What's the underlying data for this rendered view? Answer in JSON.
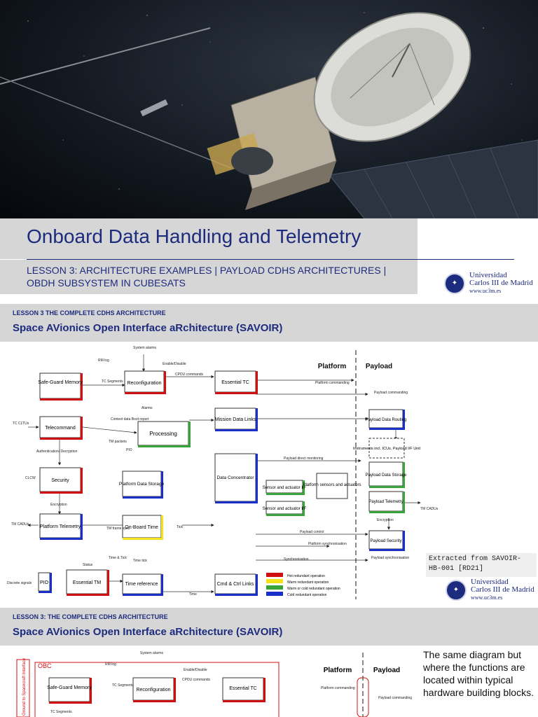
{
  "cover": {
    "title": "Onboard Data Handling and Telemetry",
    "lesson": "LESSON 3: ARCHITECTURE EXAMPLES | PAYLOAD CDHS ARCHITECTURES | OBDH SUBSYSTEM IN CUBESATS"
  },
  "university": {
    "line1": "Universidad",
    "line2": "Carlos III de Madrid",
    "url": "www.uc3m.es"
  },
  "slide1": {
    "kicker": "LESSON 3 THE COMPLETE CDHS ARCHITECTURE",
    "title": "Space AVionics Open Interface aRchitecture (SAVOIR)",
    "reference": "Extracted from SAVOIR-HB-001 [RD21]"
  },
  "slide2": {
    "kicker": "LESSON 3: THE COMPLETE CDHS ARCHITECTURE",
    "title": "Space AVionics Open Interface aRchitecture (SAVOIR)",
    "note": "The same diagram but where the functions are located within typical hardware building blocks."
  },
  "diagram": {
    "platform": "Platform",
    "payload": "Payload",
    "blocks": {
      "safeguard": "Safe-Guard Memory",
      "reconfig": "Reconfiguration",
      "essential_tc": "Essential TC",
      "telecommand": "Telecommand",
      "mission": "Mission Data Links",
      "processing": "Processing",
      "security": "Security",
      "pds": "Platform Data Storage",
      "dc": "Data Concentrator",
      "sens1": "Sensor and actuator I/F",
      "sens2": "Sensor and actuator I/F",
      "psa": "Platform sensors and actuators",
      "ptm": "Platform Telemetry",
      "obt": "On-Board Time",
      "pio": "PIO",
      "etm": "Essential TM",
      "tref": "Time reference",
      "cmd": "Cmd & Ctrl Links",
      "pdr": "Payload Data Routing",
      "icu": "Instruments incl. ICUs, Payload I/F Unit",
      "pdst": "Payload Data Storage",
      "pltm": "Payload Telemetry",
      "psec": "Payload Security"
    },
    "labels": {
      "system_alarms": "System alarms",
      "rm_log": "RM log",
      "enable_disable": "Enable/Disable",
      "cpdu": "CPDU commands",
      "tc_segments": "TC Segments",
      "alarms": "Alarms",
      "context": "Context data Boot report",
      "tc_cltus": "TC CLTUs",
      "tm_packets": "TM packets",
      "pio": "PIO",
      "auth": "Authentication/ Decryption",
      "clcw": "CLCW",
      "encryption": "Encryption",
      "tm_cadus": "TM CADUs",
      "tm_frame": "TM frame sync",
      "discrete": "Discrete signals",
      "status": "Status",
      "time_tick": "Time & Tick",
      "time_tick2": "Time tick",
      "tick": "Tick",
      "time": "Time",
      "platform_cmd": "Platform commanding",
      "payload_cmd": "Payload commanding",
      "payload_direct": "Payload direct monitoring",
      "payload_control": "Payload control",
      "platform_sync": "Platform synchronisation",
      "sync": "Synchronisation",
      "payload_sync": "Payload synchronisation",
      "tm_cadus2": "TM CADUs",
      "encryption2": "Encryption"
    },
    "legend": [
      {
        "label": "Hot redundant operation",
        "color": "#d01010"
      },
      {
        "label": "Warm redundant operation",
        "color": "#f5e21a"
      },
      {
        "label": "Warm or cold redundant operation",
        "color": "#3aa33a"
      },
      {
        "label": "Cold redundant operation",
        "color": "#1a2fc8"
      }
    ],
    "obc": "OBC",
    "ground_if": "Ground to Spacecraft Interface"
  }
}
